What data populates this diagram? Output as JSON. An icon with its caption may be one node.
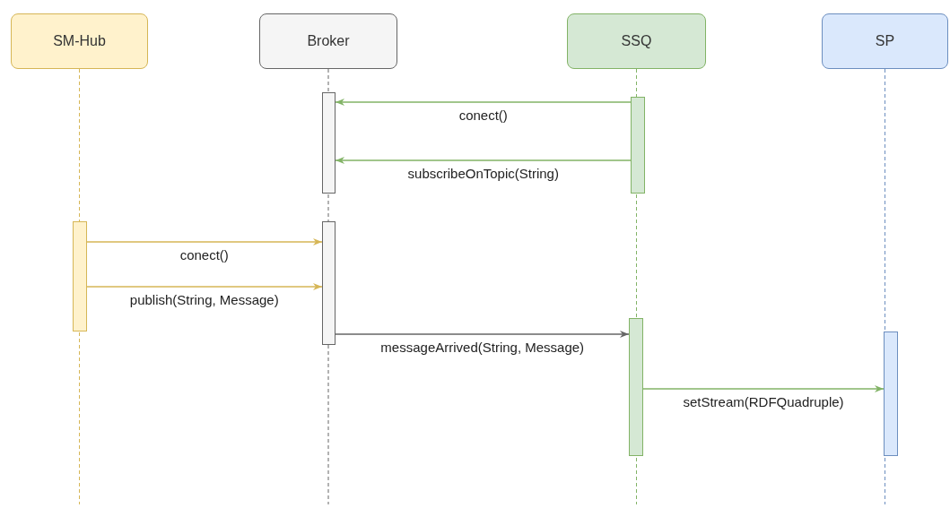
{
  "diagram": {
    "nodes": [
      {
        "text": [
          "SM-Hub"
        ]
      },
      {
        "text": [
          "Broker"
        ]
      },
      {
        "text": [
          "SSQ"
        ]
      },
      {
        "text": [
          "SP"
        ]
      },
      {
        "text": [],
        "shape": "bar"
      },
      {
        "text": [],
        "shape": "bar"
      },
      {
        "text": [],
        "shape": "bar"
      },
      {
        "text": [],
        "shape": "bar"
      },
      {
        "text": [],
        "shape": "bar"
      },
      {
        "text": [],
        "shape": "bar"
      }
    ],
    "edges": [
      {
        "from": 5,
        "to": 4,
        "arrow": "to",
        "label": "conect()"
      },
      {
        "from": 5,
        "to": 4,
        "arrow": "to",
        "label": "subscribeOnTopic(String)"
      },
      {
        "from": 6,
        "to": 7,
        "arrow": "to",
        "label": "conect()",
        "color": "#d6b656"
      },
      {
        "from": 6,
        "to": 7,
        "arrow": "to",
        "label": "publish(String, Message)",
        "color": "#d6b656"
      },
      {
        "from": 7,
        "to": 8,
        "arrow": "to",
        "label": "messageArrived(String, Message)",
        "color": "#666666"
      },
      {
        "from": 8,
        "to": 9,
        "arrow": "to",
        "label": "setStream(RDFQuadruple)"
      }
    ]
  }
}
